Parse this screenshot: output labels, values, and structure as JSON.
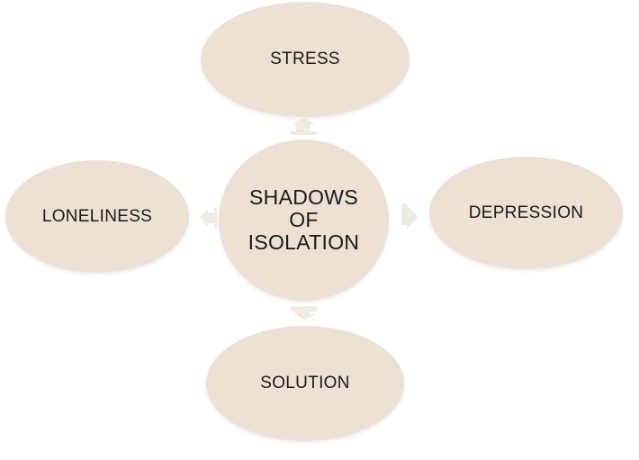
{
  "colors": {
    "node_fill": "#ede1d5",
    "arrow_fill": "#f2ebe3",
    "text": "#1a1a1a"
  },
  "center": {
    "lines": [
      "SHADOWS",
      "OF",
      "ISOLATION"
    ]
  },
  "nodes": {
    "stress": "STRESS",
    "loneliness": "LONELINESS",
    "depression": "DEPRESSION",
    "solution": "SOLUTION"
  }
}
